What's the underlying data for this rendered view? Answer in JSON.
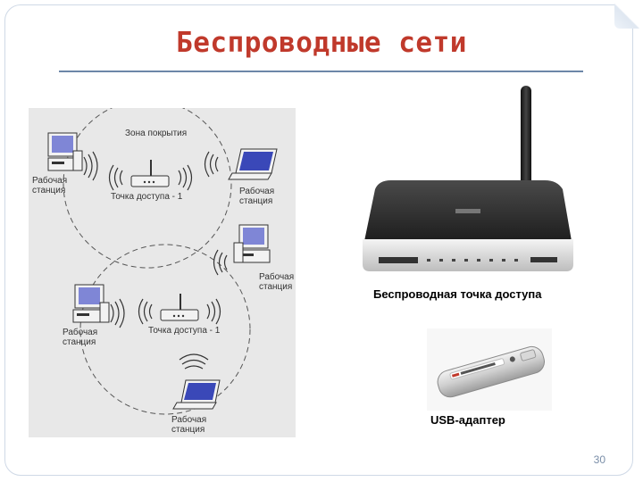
{
  "slide": {
    "title": "Беспроводные сети",
    "page_number": "30"
  },
  "diagram": {
    "coverage_label": "Зона покрытия",
    "ap_top_label": "Точка доступа - 1",
    "ap_bottom_label": "Точка доступа - 1",
    "ws_top_left_label": [
      "Рабочая",
      "станция"
    ],
    "ws_top_right_label": [
      "Рабочая",
      "станция"
    ],
    "ws_mid_right_label": [
      "Рабочая",
      "станция"
    ],
    "ws_bottom_left_label": [
      "Рабочая",
      "станция"
    ],
    "ws_bottom_label": [
      "Рабочая",
      "станция"
    ]
  },
  "photos": {
    "router_caption": "Беспроводная точка доступа",
    "usb_caption": "USB-адаптер"
  },
  "colors": {
    "title": "#c0392b",
    "rule": "#6c86a8",
    "diagram_bg": "#e8e8e8"
  }
}
